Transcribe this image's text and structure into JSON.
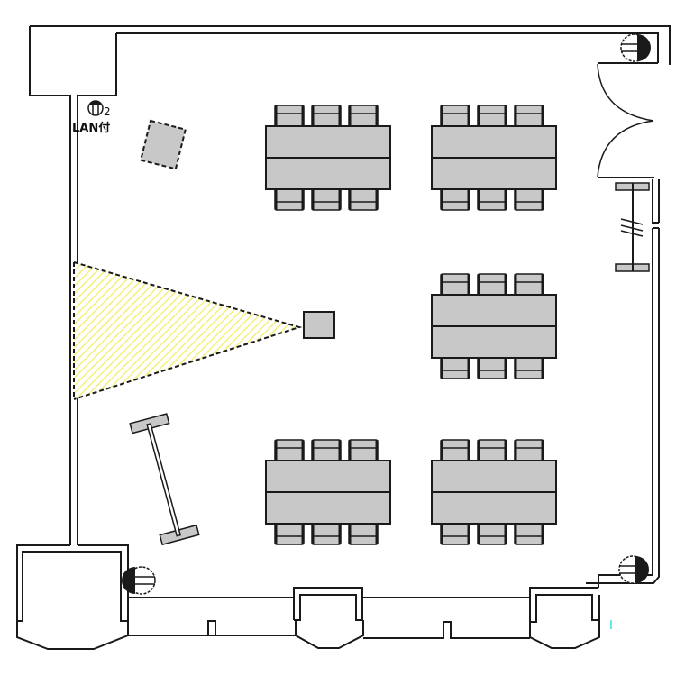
{
  "floor_plan": {
    "title": "Room layout",
    "lan_outlet": {
      "icon": "outlet-icon",
      "count_label": "2",
      "label": "LAN付"
    },
    "outlets": [
      {
        "name": "outlet-top-right",
        "icon": "outlet-icon"
      },
      {
        "name": "outlet-bottom-left",
        "icon": "outlet-icon"
      },
      {
        "name": "outlet-bottom-right",
        "icon": "outlet-icon"
      }
    ],
    "tables": [
      {
        "name": "table-top-left",
        "chairs_per_side": 3
      },
      {
        "name": "table-top-right",
        "chairs_per_side": 3
      },
      {
        "name": "table-middle-right",
        "chairs_per_side": 3
      },
      {
        "name": "table-bottom-left",
        "chairs_per_side": 3
      },
      {
        "name": "table-bottom-right",
        "chairs_per_side": 3
      }
    ],
    "projector": {
      "icon": "projector-icon"
    },
    "projection_area": {
      "color": "#f5f07a"
    },
    "screen_stand": {
      "icon": "screen-stand-icon"
    },
    "podium": {
      "icon": "podium-icon"
    },
    "door": {
      "type": "double-swing-door"
    },
    "whiteboard": {
      "icon": "whiteboard-icon"
    },
    "colors": {
      "wall": "#1a1a1a",
      "furniture": "#c8c8c8",
      "projection": "#f5f07a",
      "marker": "#33ddee"
    }
  }
}
